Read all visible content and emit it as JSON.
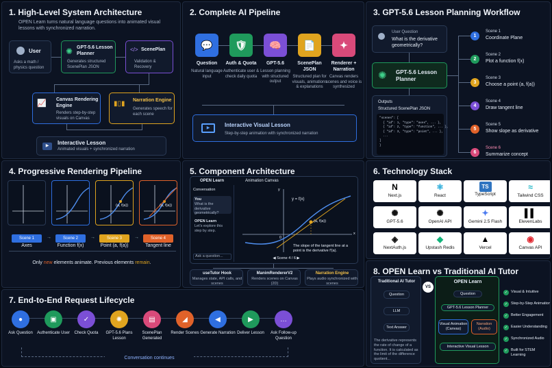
{
  "p1": {
    "title": "1. High-Level System Architecture",
    "intro": "OPEN Learn turns natural language questions into animated visual lessons with synchronized narration.",
    "user": {
      "t": "User",
      "d": "Asks a math / physics question"
    },
    "planner": {
      "t": "GPT-5.6 Lesson Planner",
      "d": "Generates structured ScenePlan JSON"
    },
    "sceneplan": {
      "t": "ScenePlan",
      "d": "Validation & Recovery"
    },
    "canvas": {
      "t": "Canvas Rendering Engine",
      "d": "Renders step-by-step visuals on Canvas"
    },
    "narration": {
      "t": "Narration Engine",
      "d": "Generates speech for each scene"
    },
    "lesson": {
      "t": "Interactive Lesson",
      "d": "Animated visuals + synchronized narration"
    }
  },
  "p2": {
    "title": "2. Complete AI Pipeline",
    "steps": [
      {
        "t": "Question",
        "d": "Natural language input",
        "color": "#2f6fe0"
      },
      {
        "t": "Auth & Quota",
        "d": "Authenticate user & check daily quota",
        "color": "#1f9a5c"
      },
      {
        "t": "GPT-5.6",
        "d": "Lesson planning with structured output",
        "color": "#7b4fd6"
      },
      {
        "t": "ScenePlan JSON",
        "d": "Structured plan for visuals, animations & explanations",
        "color": "#e0a41f"
      },
      {
        "t": "Renderer + Narration",
        "d": "Canvas renders scenes and voice is synthesized",
        "color": "#d94a7a"
      }
    ],
    "result": {
      "t": "Interactive Visual Lesson",
      "d": "Step-by-step animation with synchronized narration"
    }
  },
  "p3": {
    "title": "3. GPT-5.6 Lesson Planning Workflow",
    "question": {
      "label": "User Question",
      "text": "What is the derivative geometrically?"
    },
    "planner": "GPT-5.6 Lesson Planner",
    "outputs": {
      "label": "Outputs",
      "sub": "Structured ScenePlan JSON",
      "code": [
        "\"scenes\": [",
        "  { \"id\": 1, \"type\": \"axes\", ... },",
        "  { \"id\": 2, \"type\": \"function\", ... },",
        "  { \"id\": 3, \"type\": \"point\", ... },",
        "  ...",
        "]",
        "}"
      ]
    },
    "scenes": [
      {
        "n": "1",
        "t": "Scene 1",
        "d": "Coordinate Plane",
        "color": "#2f6fe0"
      },
      {
        "n": "2",
        "t": "Scene 2",
        "d": "Plot a function f(x)",
        "color": "#1f9a5c"
      },
      {
        "n": "3",
        "t": "Scene 3",
        "d": "Choose a point (a, f(a))",
        "color": "#e0a41f"
      },
      {
        "n": "4",
        "t": "Scene 4",
        "d": "Draw tangent line",
        "color": "#7b4fd6"
      },
      {
        "n": "5",
        "t": "Scene 5",
        "d": "Show slope as derivative",
        "color": "#e0622a"
      },
      {
        "n": "6",
        "t": "Scene 6",
        "d": "Summarize concept",
        "color": "#d94a7a"
      }
    ]
  },
  "p4": {
    "title": "4. Progressive Rendering Pipeline",
    "scenes": [
      {
        "badge": "Scene 1",
        "label": "Axes",
        "color": "#2f6fe0"
      },
      {
        "badge": "Scene 2",
        "label": "Function f(x)",
        "color": "#2f6fe0"
      },
      {
        "badge": "Scene 3",
        "label": "Point (a, f(a))",
        "color": "#e0a41f"
      },
      {
        "badge": "Scene 4",
        "label": "Tangent line",
        "color": "#e0622a"
      }
    ],
    "note": {
      "a": "Only ",
      "b": "new",
      "c": " elements animate. Previous elements ",
      "d": "remain",
      "e": "."
    },
    "plabel": "(a, f(a))",
    "ylabel": "y",
    "xlabel": "x"
  },
  "p5": {
    "title": "5. Component Architecture",
    "app": "OPEN Learn",
    "conv": "Conversation",
    "you": "You",
    "q": "What is the derivative geometrically?",
    "bot": "OPEN Learn",
    "ans": "Let's explore this step by step.",
    "ask": "Ask a question...",
    "canvas_title": "Animation Canvas",
    "eq": "y = f(x)",
    "pt": "(a, f(a))",
    "zero": "0",
    "ax": "x",
    "ay": "y",
    "caption": "The slope of the tangent line at a point is the derivative f'(a).",
    "scene": "Scene 4 / 6",
    "comps": [
      {
        "t": "useTutor Hook",
        "d": "Manages state, API calls, and scenes"
      },
      {
        "t": "ManimRendererV2",
        "d": "Renders scenes on Canvas (2D)"
      },
      {
        "t": "Narration Engine",
        "d": "Plays audio synchronized with scenes"
      }
    ]
  },
  "p6": {
    "title": "6. Technology Stack",
    "items": [
      {
        "g": "N",
        "l": "Next.js"
      },
      {
        "g": "⚛",
        "l": "React"
      },
      {
        "g": "TS",
        "l": "TypeScript"
      },
      {
        "g": "≈",
        "l": "Tailwind CSS"
      },
      {
        "g": "✺",
        "l": "GPT-5.6"
      },
      {
        "g": "✺",
        "l": "OpenAI API"
      },
      {
        "g": "✦",
        "l": "Gemini 2.5 Flash"
      },
      {
        "g": "▌▌",
        "l": "ElevenLabs"
      },
      {
        "g": "◈",
        "l": "NextAuth.js"
      },
      {
        "g": "◆",
        "l": "Upstash Redis"
      },
      {
        "g": "▲",
        "l": "Vercel"
      },
      {
        "g": "◉",
        "l": "Canvas API"
      }
    ]
  },
  "p7": {
    "title": "7. End-to-End Request Lifecycle",
    "steps": [
      {
        "l": "Ask Question",
        "c": "#2f6fe0",
        "g": "●"
      },
      {
        "l": "Authenticate User",
        "c": "#1f9a5c",
        "g": "▣"
      },
      {
        "l": "Check Quota",
        "c": "#7b4fd6",
        "g": "✓"
      },
      {
        "l": "GPT-5.6 Plans Lesson",
        "c": "#e0a41f",
        "g": "✺"
      },
      {
        "l": "ScenePlan Generated",
        "c": "#d94a7a",
        "g": "▤"
      },
      {
        "l": "Render Scenes",
        "c": "#e0622a",
        "g": "◢"
      },
      {
        "l": "Generate Narration",
        "c": "#2f6fe0",
        "g": "◀"
      },
      {
        "l": "Deliver Lesson",
        "c": "#1f9a5c",
        "g": "▶"
      },
      {
        "l": "Ask Follow-up Question",
        "c": "#7b4fd6",
        "g": "…"
      }
    ],
    "loop": "Conversation continues"
  },
  "p8": {
    "title": "8. OPEN Learn vs Traditional AI Tutor",
    "trad": "Traditional AI Tutor",
    "vs": "VS",
    "open": "OPEN Learn",
    "trad_flow": [
      "Question",
      "LLM",
      "Text Answer"
    ],
    "trad_text": "The derivative represents the rate of change of a function. It is calculated as the limit of the difference quotient...",
    "open_flow": {
      "q": "Question",
      "p": "GPT-5.6 Lesson Planner",
      "va": "Visual Animation (Canvas)",
      "na": "Narration (Audio)",
      "l": "Interactive Visual Lesson"
    },
    "benefits": [
      "Visual & Intuitive",
      "Step-by-Step Animation",
      "Better Engagement",
      "Easier Understanding",
      "Synchronized Audio",
      "Built for STEM Learning"
    ]
  }
}
